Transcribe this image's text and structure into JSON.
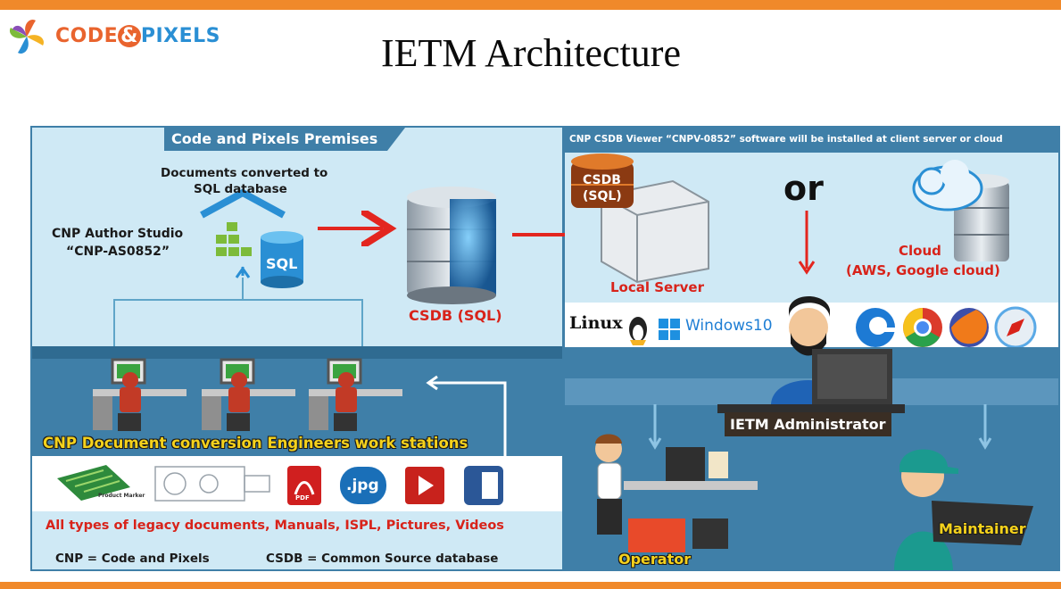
{
  "brand": {
    "logo_text_a": "CODE",
    "logo_text_amp": "&",
    "logo_text_b": "PIXELS"
  },
  "title": "IETM Architecture",
  "premises": {
    "banner": "Code and Pixels Premises",
    "docs_converted_line1": "Documents converted to",
    "docs_converted_line2": "SQL database",
    "author_studio_line1": "CNP Author Studio",
    "author_studio_line2": "“CNP-AS0852”",
    "sql_badge": "SQL",
    "csdb_label": "CSDB (SQL)",
    "workstations_label": "CNP Document conversion Engineers work stations",
    "legacy_docs": "All types of legacy documents, Manuals, ISPL, Pictures, Videos",
    "product_marker": "Product Marker",
    "jpg_label": ".jpg",
    "pdf_label": "PDF",
    "legend_cnp": "CNP = Code and Pixels",
    "legend_csdb": "CSDB = Common Source database"
  },
  "client": {
    "banner": "CNP CSDB Viewer “CNPV-0852” software will be installed at client server or cloud",
    "server_db_line1": "CSDB",
    "server_db_line2": "(SQL)",
    "local_server": "Local Server",
    "or_text": "or",
    "cloud_line1": "Cloud",
    "cloud_line2": "(AWS, Google cloud)",
    "linux": "Linux",
    "windows": "Windows10",
    "ietm_admin": "IETM Administrator",
    "operator": "Operator",
    "maintainer": "Maintainer"
  },
  "colors": {
    "accent_orange": "#f0892a",
    "arrow_red": "#e3261f",
    "panel_light_blue": "#cfe9f5",
    "panel_steel": "#3f7fa8",
    "label_red": "#d8231a"
  }
}
